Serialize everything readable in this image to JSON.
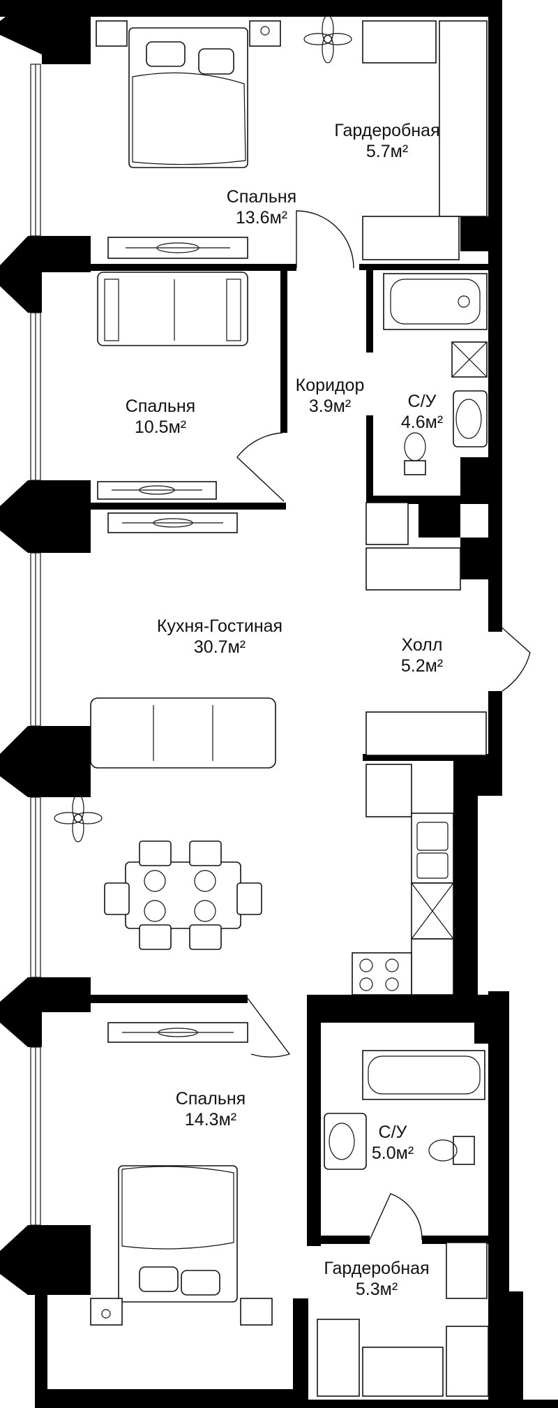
{
  "plan": {
    "colors": {
      "wall": "#000000",
      "line": "#111111",
      "background": "#ffffff"
    },
    "rooms": [
      {
        "id": "bedroom-top",
        "name": "Спальня",
        "area": "13.6",
        "unit": "м²"
      },
      {
        "id": "wardrobe-top",
        "name": "Гардеробная",
        "area": "5.7",
        "unit": "м²"
      },
      {
        "id": "bedroom-mid",
        "name": "Спальня",
        "area": "10.5",
        "unit": "м²"
      },
      {
        "id": "corridor",
        "name": "Коридор",
        "area": "3.9",
        "unit": "м²"
      },
      {
        "id": "bath-top",
        "name": "С/У",
        "area": "4.6",
        "unit": "м²"
      },
      {
        "id": "living",
        "name": "Кухня-Гостиная",
        "area": "30.7",
        "unit": "м²"
      },
      {
        "id": "hall",
        "name": "Холл",
        "area": "5.2",
        "unit": "м²"
      },
      {
        "id": "bedroom-bottom",
        "name": "Спальня",
        "area": "14.3",
        "unit": "м²"
      },
      {
        "id": "bath-bottom",
        "name": "С/У",
        "area": "5.0",
        "unit": "м²"
      },
      {
        "id": "wardrobe-bottom",
        "name": "Гардеробная",
        "area": "5.3",
        "unit": "м²"
      }
    ]
  }
}
